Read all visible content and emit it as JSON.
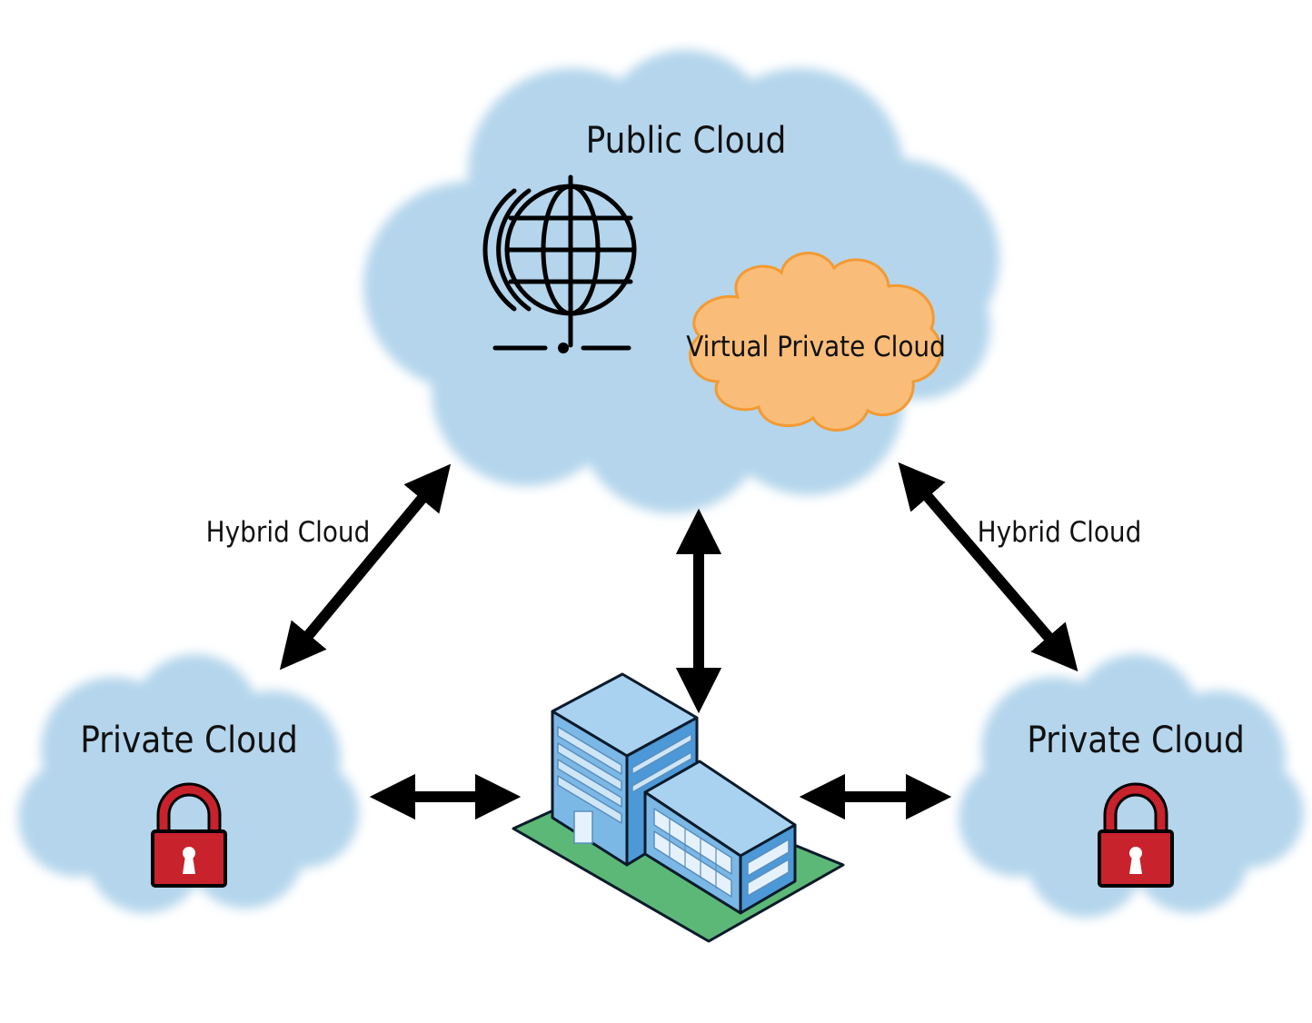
{
  "nodes": {
    "public_cloud": {
      "label": "Public Cloud",
      "icon": "globe-network-icon"
    },
    "virtual_private_cloud": {
      "label": "Virtual Private Cloud"
    },
    "private_cloud_left": {
      "label": "Private Cloud",
      "icon": "padlock-icon"
    },
    "private_cloud_right": {
      "label": "Private Cloud",
      "icon": "padlock-icon"
    },
    "on_premises": {
      "icon": "office-building-icon"
    }
  },
  "edges": {
    "left": {
      "label": "Hybrid Cloud"
    },
    "right": {
      "label": "Hybrid Cloud"
    }
  },
  "colors": {
    "cloud_fill": "#b4d5ec",
    "vpc_fill": "#f9bd79",
    "vpc_stroke": "#f39a32",
    "lock_red": "#c8222c",
    "building_blue": "#5ba3dc",
    "lawn_green": "#5cb877",
    "arrow": "#000000"
  }
}
